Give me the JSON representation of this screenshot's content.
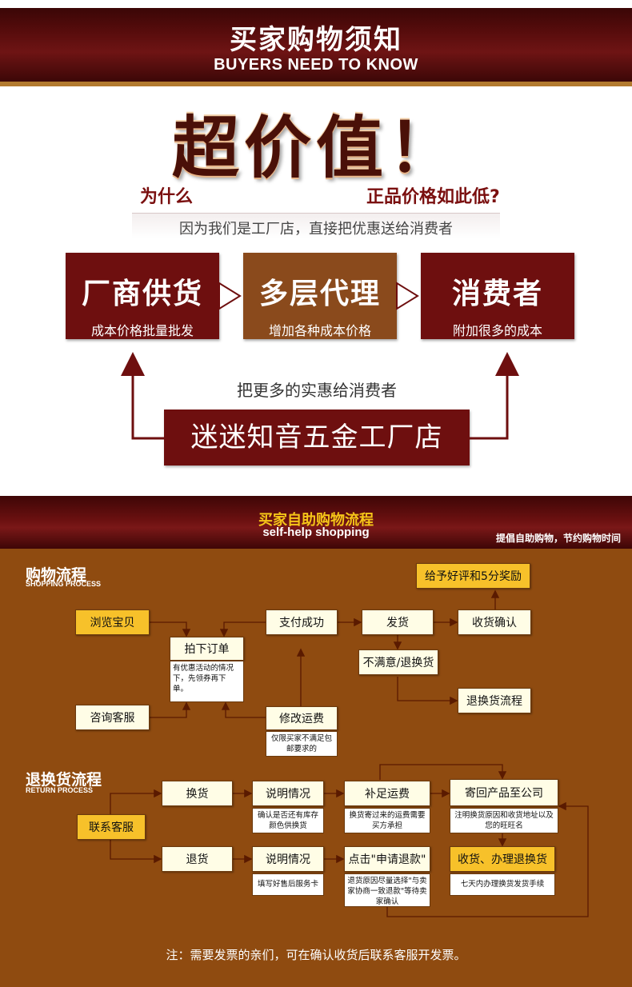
{
  "header": {
    "title": "买家购物须知",
    "subtitle": "BUYERS NEED TO KNOW"
  },
  "hero": {
    "title": "超价值！",
    "why": "为什么",
    "question": "正品价格如此低?",
    "because": "因为我们是工厂店，直接把优惠送给消费者"
  },
  "chain": [
    {
      "title": "厂商供货",
      "desc": "成本价格批量批发"
    },
    {
      "title": "多层代理",
      "desc": "增加各种成本价格"
    },
    {
      "title": "消费者",
      "desc": "附加很多的成本"
    }
  ],
  "more_benefits": "把更多的实惠给消费者",
  "factory_name": "迷迷知音五金工厂店",
  "self_help": {
    "title": "买家自助购物流程",
    "subtitle": "self-help shopping",
    "slogan": "提倡自助购物，节约购物时间"
  },
  "shopping_process": {
    "title": "购物流程",
    "subtitle": "SHOPPING PROCESS",
    "browse": "浏览宝贝",
    "consult": "咨询客服",
    "order": "拍下订单",
    "order_note": "有优惠活动的情况下，先领券再下单。",
    "pay": "支付成功",
    "modify_freight": "修改运费",
    "modify_note": "仅限买家不满足包邮要求的",
    "ship": "发货",
    "confirm": "收货确认",
    "review": "给予好评和5分奖励",
    "unsatisfied": "不满意/退换货",
    "return_flow": "退换货流程"
  },
  "return_process": {
    "title": "退换货流程",
    "subtitle": "RETURN PROCESS",
    "contact": "联系客服",
    "exchange": "换货",
    "refund": "退货",
    "explain1": "说明情况",
    "explain1_note": "确认是否还有库存颜色供换货",
    "explain2": "说明情况",
    "explain2_note": "填写好售后服务卡",
    "pay_freight": "补足运费",
    "pay_freight_note": "换货寄过来的运费需要买方承担",
    "apply_refund": "点击\"申请退款\"",
    "apply_refund_note": "退货原因尽量选择\"与卖家协商一致退款\"等待卖家确认",
    "send_back": "寄回产品至公司",
    "send_back_note": "注明换货原因和收货地址以及您的旺旺名",
    "receive": "收货、办理退换货",
    "receive_note": "七天内办理换货发货手续"
  },
  "footer_note": "注：需要发票的亲们，可在确认收货后联系客服开发票。",
  "colors": {
    "maroon": "#6e0f0f",
    "brown": "#8a4a1c",
    "panel": "#8f4b10",
    "yellow": "#f7c12a",
    "gold_text": "#f5c518"
  }
}
